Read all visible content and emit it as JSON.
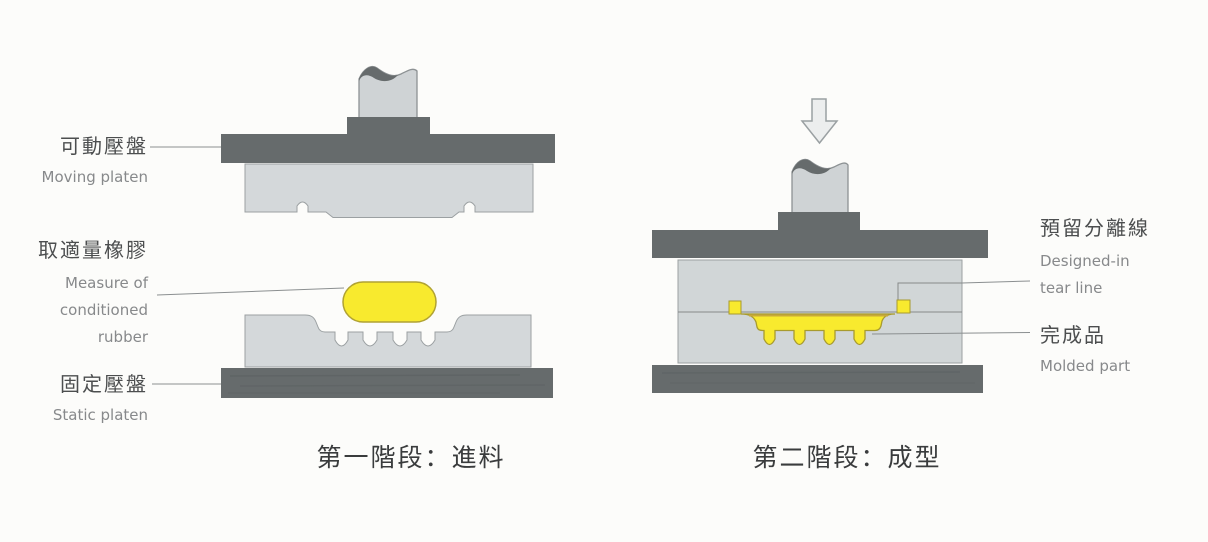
{
  "stage1": {
    "caption": "第一階段：進料",
    "labels": {
      "moving_platen": {
        "zh": "可動壓盤",
        "en": "Moving platen"
      },
      "rubber_charge": {
        "zh": "取適量橡膠",
        "en_lines": [
          "Measure of",
          "conditioned",
          "rubber"
        ]
      },
      "static_platen": {
        "zh": "固定壓盤",
        "en": "Static platen"
      }
    }
  },
  "stage2": {
    "caption": "第二階段：成型",
    "labels": {
      "tear_line": {
        "zh": "預留分離線",
        "en_lines": [
          "Designed-in",
          "tear line"
        ]
      },
      "molded_part": {
        "zh": "完成品",
        "en": "Molded part"
      }
    }
  },
  "icons": {
    "press_arrow_icon": "⇩ hollow down arrow"
  },
  "colors": {
    "platen_dark": "#666b6c",
    "mold_light": "#d4d8da",
    "ram_light": "#cfd3d5",
    "rubber_yellow": "#f8ea2e",
    "outline_gray": "#9ba0a2",
    "leader_gray": "#8b8f90",
    "background": "#fcfcfa"
  }
}
